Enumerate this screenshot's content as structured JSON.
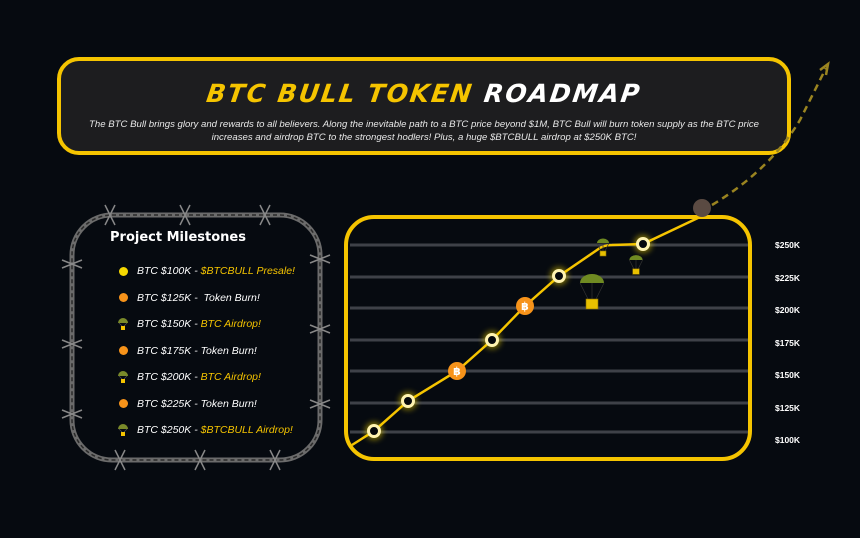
{
  "header": {
    "title_highlight": "BTC BULL TOKEN",
    "title_rest": "ROADMAP",
    "description": "The BTC Bull brings glory and rewards to all believers. Along the inevitable path to a BTC price beyond $1M, BTC Bull will burn token supply as the BTC price increases and airdrop BTC to the strongest hodlers! Plus, a huge $BTCBULL airdrop at $250K BTC!"
  },
  "milestones": {
    "title": "Project Milestones",
    "items": [
      {
        "icon": "yellow-dot-icon",
        "color": "#f5d800",
        "label": "BTC $100K - ",
        "highlight": "$BTCBULL Presale!"
      },
      {
        "icon": "orange-dot-icon",
        "color": "#f7931a",
        "label": "BTC $125K -  Token Burn!",
        "highlight": ""
      },
      {
        "icon": "parachute-icon",
        "color": "#7a8a2a",
        "label": "BTC $150K - ",
        "highlight": "BTC Airdrop!"
      },
      {
        "icon": "orange-dot-icon",
        "color": "#f7931a",
        "label": "BTC $175K - Token Burn!",
        "highlight": ""
      },
      {
        "icon": "parachute-icon",
        "color": "#7a8a2a",
        "label": "BTC $200K - ",
        "highlight": "BTC Airdrop!"
      },
      {
        "icon": "orange-dot-icon",
        "color": "#f7931a",
        "label": "BTC $225K - Token Burn!",
        "highlight": ""
      },
      {
        "icon": "parachute-icon",
        "color": "#7a8a2a",
        "label": "BTC $250K - ",
        "highlight": "$BTCBULL Airdrop!"
      }
    ]
  },
  "chart": {
    "axis_labels": [
      "$250K",
      "$225K",
      "$200K",
      "$175K",
      "$150K",
      "$125K",
      "$100K"
    ],
    "accent": "#f5c400",
    "btc_color": "#f7931a"
  }
}
